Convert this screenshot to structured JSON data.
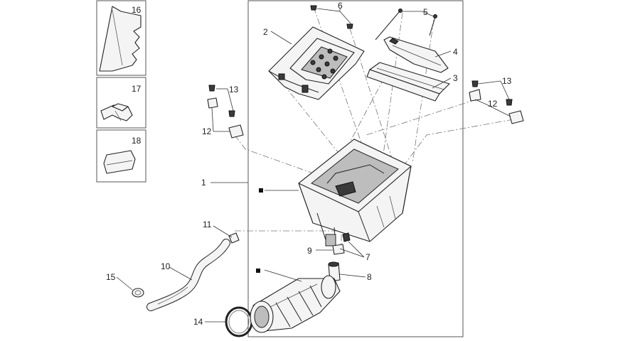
{
  "callouts": {
    "n1": "1",
    "n2": "2",
    "n3": "3",
    "n4": "4",
    "n5": "5",
    "n6": "6",
    "n7": "7",
    "n8": "8",
    "n9": "9",
    "n10": "10",
    "n11": "11",
    "n12a": "12",
    "n12b": "12",
    "n13a": "13",
    "n13b": "13",
    "n14": "14",
    "n15": "15",
    "n16": "16",
    "n17": "17",
    "n18": "18"
  }
}
